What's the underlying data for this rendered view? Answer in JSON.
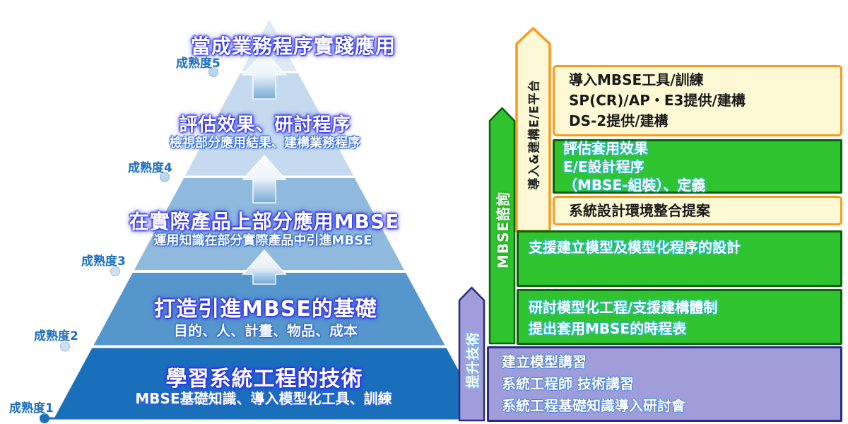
{
  "pyramid": {
    "levels": [
      {
        "num": "成熟度5",
        "title": "當成業務程序實踐應用",
        "subtitle": ""
      },
      {
        "num": "成熟度4",
        "title": "評估效果、研討程序",
        "subtitle": "檢視部分應用結果、建構業務程序"
      },
      {
        "num": "成熟度3",
        "title": "在實際產品上部分應用MBSE",
        "subtitle": "運用知識在部分實際產品中引進MBSE"
      },
      {
        "num": "成熟度2",
        "title": "打造引進MBSE的基礎",
        "subtitle": "目的、人、計畫、物品、成本"
      },
      {
        "num": "成熟度1",
        "title": "學習系統工程的技術",
        "subtitle": "MBSE基礎知識、導入模型化工具、訓練"
      }
    ],
    "band_colors_top_to_bottom": [
      "#dde9f5",
      "#c5daee",
      "#8fbadd",
      "#5597cc",
      "#1a6fbb"
    ]
  },
  "arrows": {
    "platform": {
      "label": "導入&建構E/E平台",
      "fill": "#FCF7D4",
      "border": "#F79C1D"
    },
    "consult": {
      "label": "MBSE諮詢",
      "fill": "#2FC42F",
      "border": "#0A620A"
    },
    "skill": {
      "label": "提升技術",
      "fill": "#A19DDB",
      "border": "#2B2B84"
    }
  },
  "boxes": {
    "tools": {
      "lines": [
        "導入MBSE工具/訓練",
        "SP(CR)/AP・E3提供/建構",
        "DS-2提供/建構"
      ]
    },
    "evaluate": {
      "lines": [
        "評估套用效果",
        "E/E設計程序",
        "（MBSE-組裝）、定義"
      ]
    },
    "proposal": {
      "lines": [
        "系統設計環境整合提案"
      ]
    },
    "support": {
      "lines": [
        "支援建立模型及模型化程序的設計"
      ]
    },
    "review": {
      "lines": [
        "研討模型化工程/支援建構體制",
        "提出套用MBSE的時程表"
      ]
    },
    "training": {
      "lines": [
        "建立模型講習",
        "系統工程師 技術講習",
        "系統工程基礎知識導入研討會"
      ]
    }
  },
  "colors": {
    "yellow_fill": "#FDF9D4",
    "orange_border": "#F79C1D",
    "green_fill": "#2FC42F",
    "green_border": "#0A620A",
    "purple_fill": "#A19DDB",
    "purple_border": "#2B2B84",
    "level_label": "#1D6FBF",
    "title_glow": "#2A2AE8"
  }
}
